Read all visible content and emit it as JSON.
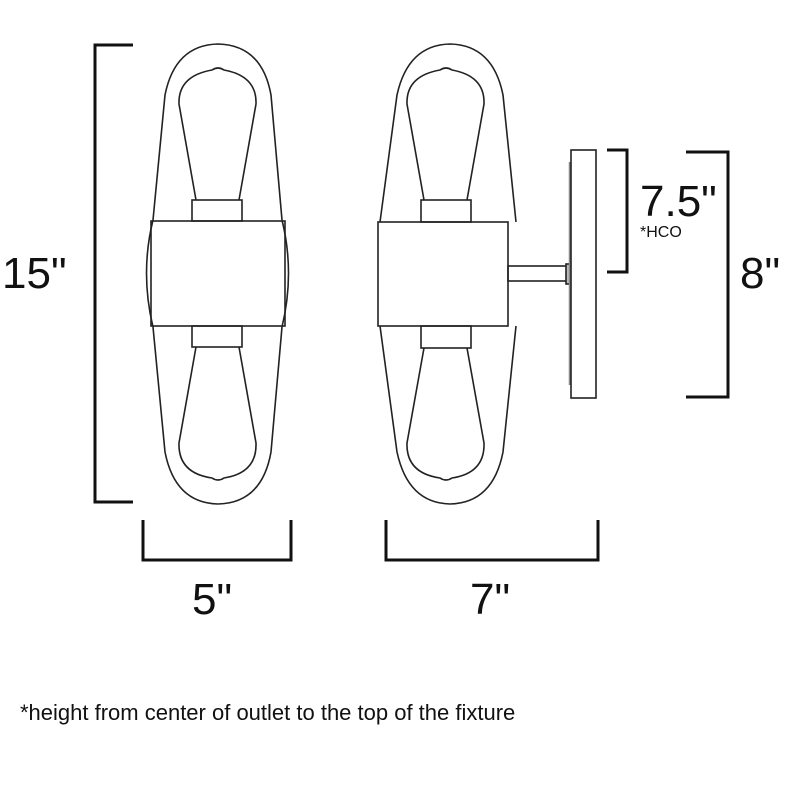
{
  "diagram": {
    "type": "product-dimension-drawing",
    "views": [
      "front-view",
      "front-view-with-backplate-side",
      "side-view-backplate"
    ],
    "dimensions": {
      "height": "15\"",
      "width_front": "5\"",
      "extension": "7\"",
      "hco": "7.5\"",
      "hco_label": "*HCO",
      "backplate_height": "8\""
    },
    "footnote": "*height from center of outlet to the top of the fixture"
  }
}
